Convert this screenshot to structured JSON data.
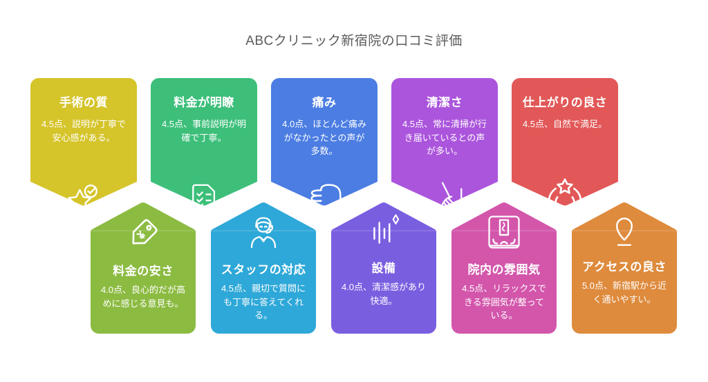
{
  "page": {
    "title": "ABCクリニック新宿院の口コミ評価",
    "background_color": "#ffffff",
    "title_color": "#5a5a5a"
  },
  "cards": [
    {
      "id": "surgery-quality",
      "row": "top",
      "label": "手術の質",
      "score": "4.5",
      "description": "4.5点、説明が丁寧で安心感がある。",
      "color": "#d5c42a",
      "icon": "star-check-icon"
    },
    {
      "id": "clear-pricing",
      "row": "top",
      "label": "料金が明瞭",
      "score": "4.5",
      "description": "4.5点、事前説明が明確で丁寧。",
      "color": "#3dbf7a",
      "icon": "checklist-icon"
    },
    {
      "id": "pain",
      "row": "top",
      "label": "痛み",
      "score": "4.0",
      "description": "4.0点、ほとんど痛みがなかったとの声が多数。",
      "color": "#4b7de2",
      "icon": "fist-icon"
    },
    {
      "id": "cleanliness",
      "row": "top",
      "label": "清潔さ",
      "score": "4.5",
      "description": "4.5点、常に清掃が行き届いているとの声が多い。",
      "color": "#ab55dc",
      "icon": "broom-icon"
    },
    {
      "id": "finish-quality",
      "row": "top",
      "label": "仕上がりの良さ",
      "score": "4.5",
      "description": "4.5点、自然で満足。",
      "color": "#e25858",
      "icon": "star-badge-icon"
    },
    {
      "id": "affordability",
      "row": "bottom",
      "label": "料金の安さ",
      "score": "4.0",
      "description": "4.0点、良心的だが高めに感じる意見も。",
      "color": "#8cbb42",
      "icon": "price-tag-icon"
    },
    {
      "id": "staff-response",
      "row": "bottom",
      "label": "スタッフの対応",
      "score": "4.5",
      "description": "4.5点、親切で質問にも丁寧に答えてくれる。",
      "color": "#2ea8d8",
      "icon": "staff-icon"
    },
    {
      "id": "facilities",
      "row": "bottom",
      "label": "設備",
      "score": "4.0",
      "description": "4.0点、清潔感があり快適。",
      "color": "#7a5ee0",
      "icon": "equipment-icon"
    },
    {
      "id": "clinic-atmosphere",
      "row": "bottom",
      "label": "院内の雰囲気",
      "score": "4.5",
      "description": "4.5点、リラックスできる雰囲気が整っている。",
      "color": "#d356ab",
      "icon": "interior-icon"
    },
    {
      "id": "accessibility",
      "row": "bottom",
      "label": "アクセスの良さ",
      "score": "5.0",
      "description": "5.0点、新宿駅から近く通いやすい。",
      "color": "#de8b3d",
      "icon": "location-pin-icon"
    }
  ]
}
